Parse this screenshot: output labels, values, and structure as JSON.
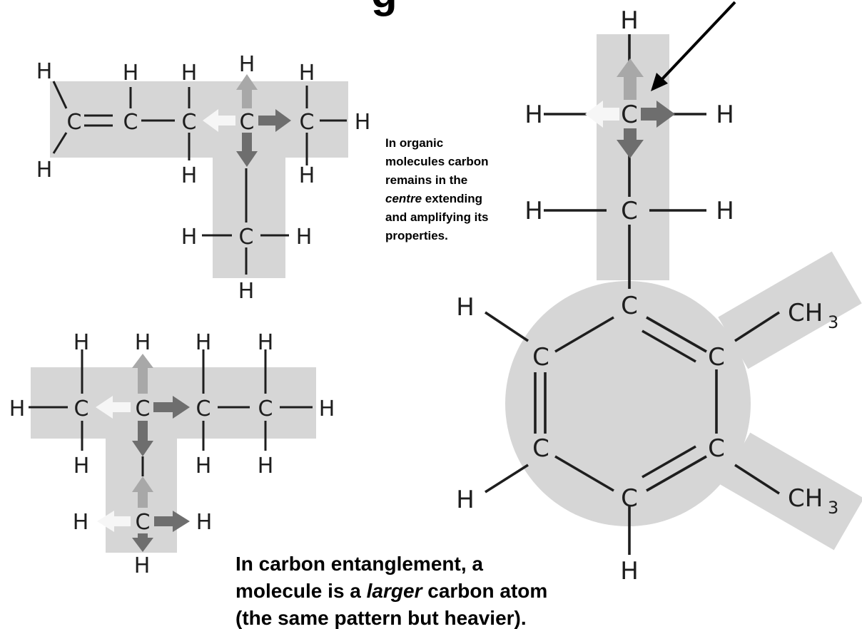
{
  "heading_fragment": "g",
  "callout_small": {
    "line1": "In organic",
    "line2": "molecules carbon",
    "line3": "remains in the",
    "line4_emph": "centre",
    "line4_rest": " extending",
    "line5": "and amplifying its",
    "line6": "properties."
  },
  "callout_big": {
    "line1": "In carbon entanglement, a",
    "line2_pre": "molecule is a ",
    "line2_emph": "larger",
    "line2_post": " carbon atom",
    "line3": "(the same pattern but heavier)."
  },
  "atoms": {
    "hydrogen": "H",
    "carbon": "C",
    "methyl": "CH",
    "methyl_sub": "3"
  },
  "colors": {
    "highlight": "#d6d6d6",
    "arrow_light": "#f6f6f6",
    "arrow_mid": "#a8a8a8",
    "arrow_dark": "#6e6e6e",
    "ink": "#1e1e1e"
  }
}
